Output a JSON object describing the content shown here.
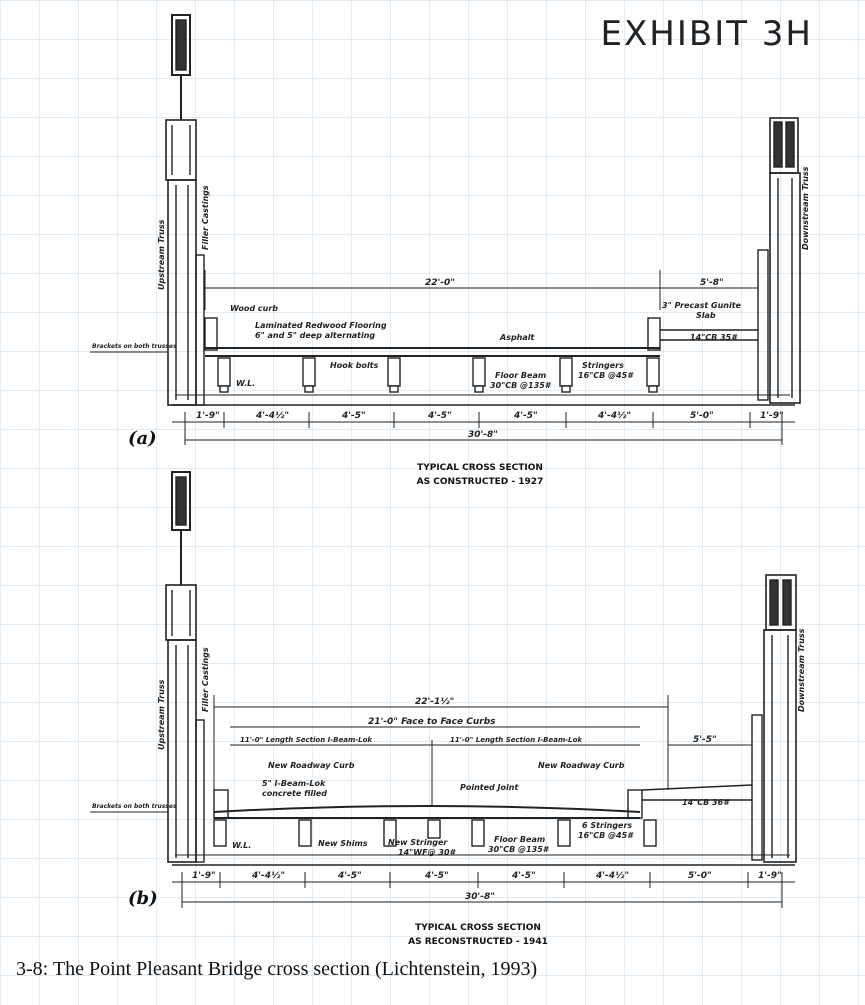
{
  "exhibit": "EXHIBIT 3H",
  "caption": "3-8: The Point Pleasant Bridge cross section (Lichtenstein, 1993)",
  "section_a": {
    "marker": "(a)",
    "title_line1": "TYPICAL CROSS SECTION",
    "title_line2": "AS CONSTRUCTED - 1927",
    "dims_top": [
      "22'-0\"",
      "5'-8\""
    ],
    "dims_bottom": [
      "1'-9\"",
      "4'-4½\"",
      "4'-5\"",
      "4'-5\"",
      "4'-5\"",
      "4'-4½\"",
      "5'-0\"",
      "1'-9\""
    ],
    "overall": "30'-8\"",
    "labels": {
      "upstream": "Upstream Truss",
      "downstream": "Downstream Truss",
      "filler": "Filler Castings",
      "brackets": "Brackets on both trusses",
      "wood_curb": "Wood curb",
      "flooring": "Laminated Redwood Flooring",
      "flooring2": "6\" and 5\" deep alternating",
      "asphalt": "Asphalt",
      "hook_bolts": "Hook bolts",
      "floor_beam": "Floor Beam",
      "floor_beam2": "30\"CB @135#",
      "stringers": "Stringers",
      "stringers2": "16\"CB @45#",
      "gunite": "3\" Precast Gunite",
      "slab": "Slab",
      "cb14": "14\"CB 35#",
      "wl": "W.L."
    }
  },
  "section_b": {
    "marker": "(b)",
    "title_line1": "TYPICAL CROSS SECTION",
    "title_line2": "AS RECONSTRUCTED - 1941",
    "dims_top": [
      "22'-1½\"",
      "21'-0\" Face to Face Curbs",
      "5'-5\""
    ],
    "dims_bottom": [
      "1'-9\"",
      "4'-4½\"",
      "4'-5\"",
      "4'-5\"",
      "4'-5\"",
      "4'-4½\"",
      "5'-0\"",
      "1'-9\""
    ],
    "overall": "30'-8\"",
    "labels": {
      "upstream": "Upstream Truss",
      "downstream": "Downstream Truss",
      "filler": "Filler Castings",
      "brackets": "Brackets on both trusses",
      "section_left": "11'-0\" Length Section I-Beam-Lok",
      "section_right": "11'-0\" Length Section I-Beam-Lok",
      "curb_left": "New Roadway Curb",
      "curb_right": "New Roadway Curb",
      "ibeam": "5\" I-Beam-Lok",
      "ibeam2": "concrete filled",
      "joint": "Pointed Joint",
      "shims": "New Shims",
      "new_stringer": "New Stringer",
      "new_stringer2": "14\"WF@ 30#",
      "floor_beam": "Floor Beam",
      "floor_beam2": "30\"CB @135#",
      "stringers": "6 Stringers",
      "stringers2": "16\"CB @45#",
      "cb14": "14\"CB 36#",
      "wl": "W.L."
    }
  }
}
